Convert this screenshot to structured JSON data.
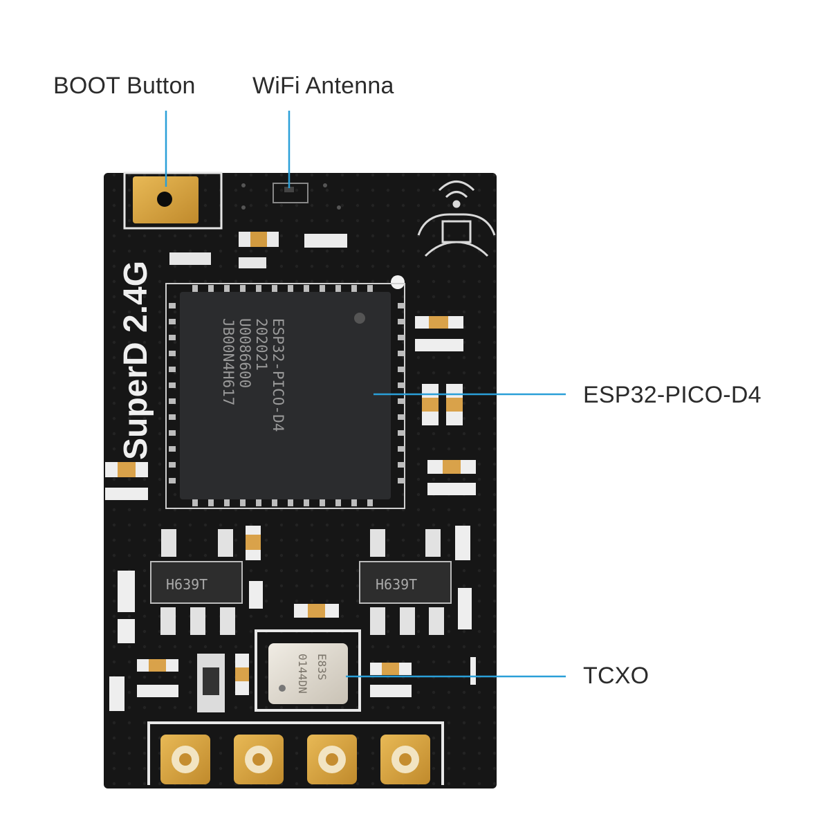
{
  "callouts": {
    "boot_button": "BOOT Button",
    "wifi_antenna": "WiFi Antenna",
    "main_chip": "ESP32-PICO-D4",
    "tcxo": "TCXO"
  },
  "board": {
    "silkscreen_title": "SuperD 2.4G",
    "chip_marking": [
      "ESP32-PICO-D4",
      "202021",
      "U0086600",
      "JB00N4H617"
    ],
    "regulator_marking": "H639T",
    "tcxo_marking": [
      "0144DN",
      "E83S"
    ]
  },
  "colors": {
    "pcb": "#151515",
    "callout_line": "#2a9fd8",
    "gold_pad": "#d7a64a",
    "chip_body": "#2b2c2e"
  }
}
